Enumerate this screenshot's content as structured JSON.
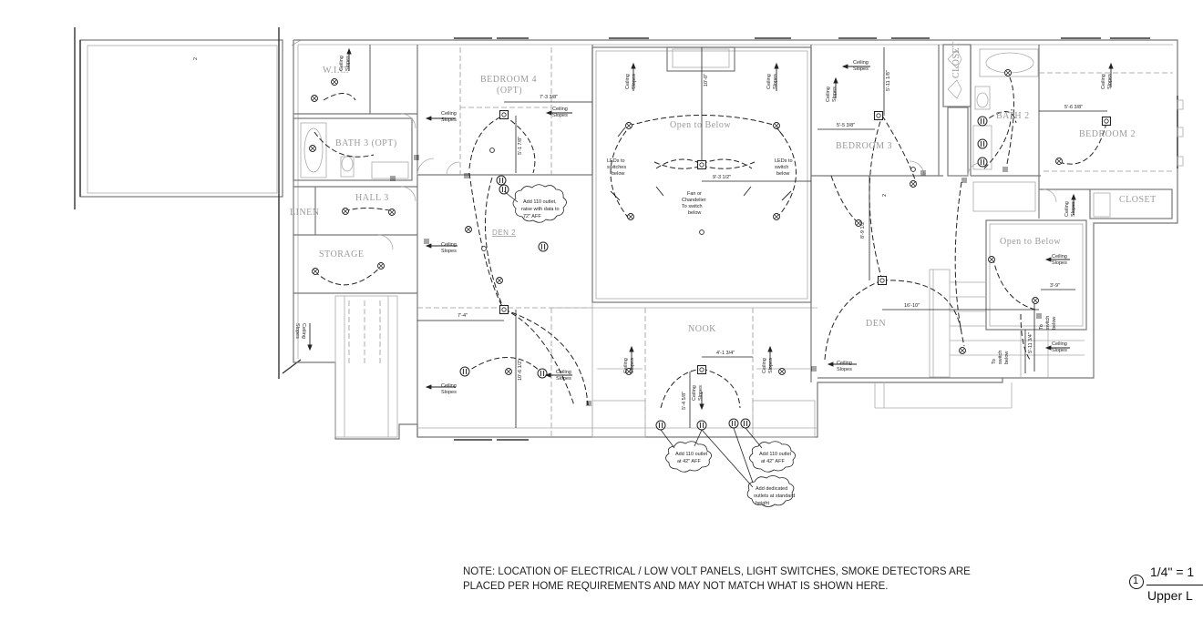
{
  "rooms": {
    "wic": "W.I.C.",
    "bath3": "BATH 3 (OPT)",
    "hall3": "HALL 3",
    "linen": "LINEN",
    "storage": "STORAGE",
    "bedroom4": "BEDROOM 4",
    "bedroom4_opt": "(OPT)",
    "den2": "DEN 2",
    "open_below_1": "Open to Below",
    "nook": "NOOK",
    "bedroom3": "BEDROOM 3",
    "closet_a": "CLOSET",
    "bath2": "BATH 2",
    "bedroom2": "BEDROOM 2",
    "closet_b": "CLOSET",
    "open_below_2": "Open to Below",
    "den": "DEN"
  },
  "labels": {
    "ceiling": "Ceiling",
    "slopes": "Slopes",
    "garage_mark": "2",
    "bed3_mark": "2",
    "leds_to": "LEDs to",
    "switches": "switches",
    "switch": "switch",
    "below": "below",
    "fan_or": "Fan or",
    "chandelier": "Chandelier",
    "to_switch": "To switch",
    "to": "To",
    "ann_outlet_data_1": "Add 110 outlet,",
    "ann_outlet_data_2": "raise with data to",
    "ann_outlet_data_3": "72\" AFF",
    "ann_110_a_1": "Add 110 outlet",
    "ann_110_a_2": "at 42\" AFF",
    "ann_110_b_1": "Add 110 outlet",
    "ann_110_b_2": "at 42\" AFF",
    "ann_ded_1": "Add dedicated",
    "ann_ded_2": "outlets at standard",
    "ann_ded_3": "height"
  },
  "dims": {
    "d1": "7'-3 3/8\"",
    "d2": "5'-1 7/8\"",
    "d3": "10'-0\"",
    "d4": "9'-3 1/2\"",
    "d5": "7'-4\"",
    "d6": "10'-6 1/2\"",
    "d7": "4'-1 3/4\"",
    "d8": "5'-4 5/8\"",
    "d9": "5'-11 1/8\"",
    "d10": "5'-5 3/8\"",
    "d11": "8'-9 1/2\"",
    "d12": "16'-10\"",
    "d13": "5'-6 3/8\"",
    "d14": "3'-9\"",
    "d15": "5'-11 3/4\""
  },
  "note": {
    "prefix": "NOTE:",
    "line1": " LOCATION OF ELECTRICAL / LOW VOLT PANELS, LIGHT SWITCHES, SMOKE DETECTORS ARE",
    "line2": "PLACED PER HOME REQUIREMENTS AND MAY NOT MATCH WHAT IS SHOWN HERE."
  },
  "scale": {
    "number": "1",
    "ratio": "1/4\" = 1",
    "title": "Upper L"
  }
}
